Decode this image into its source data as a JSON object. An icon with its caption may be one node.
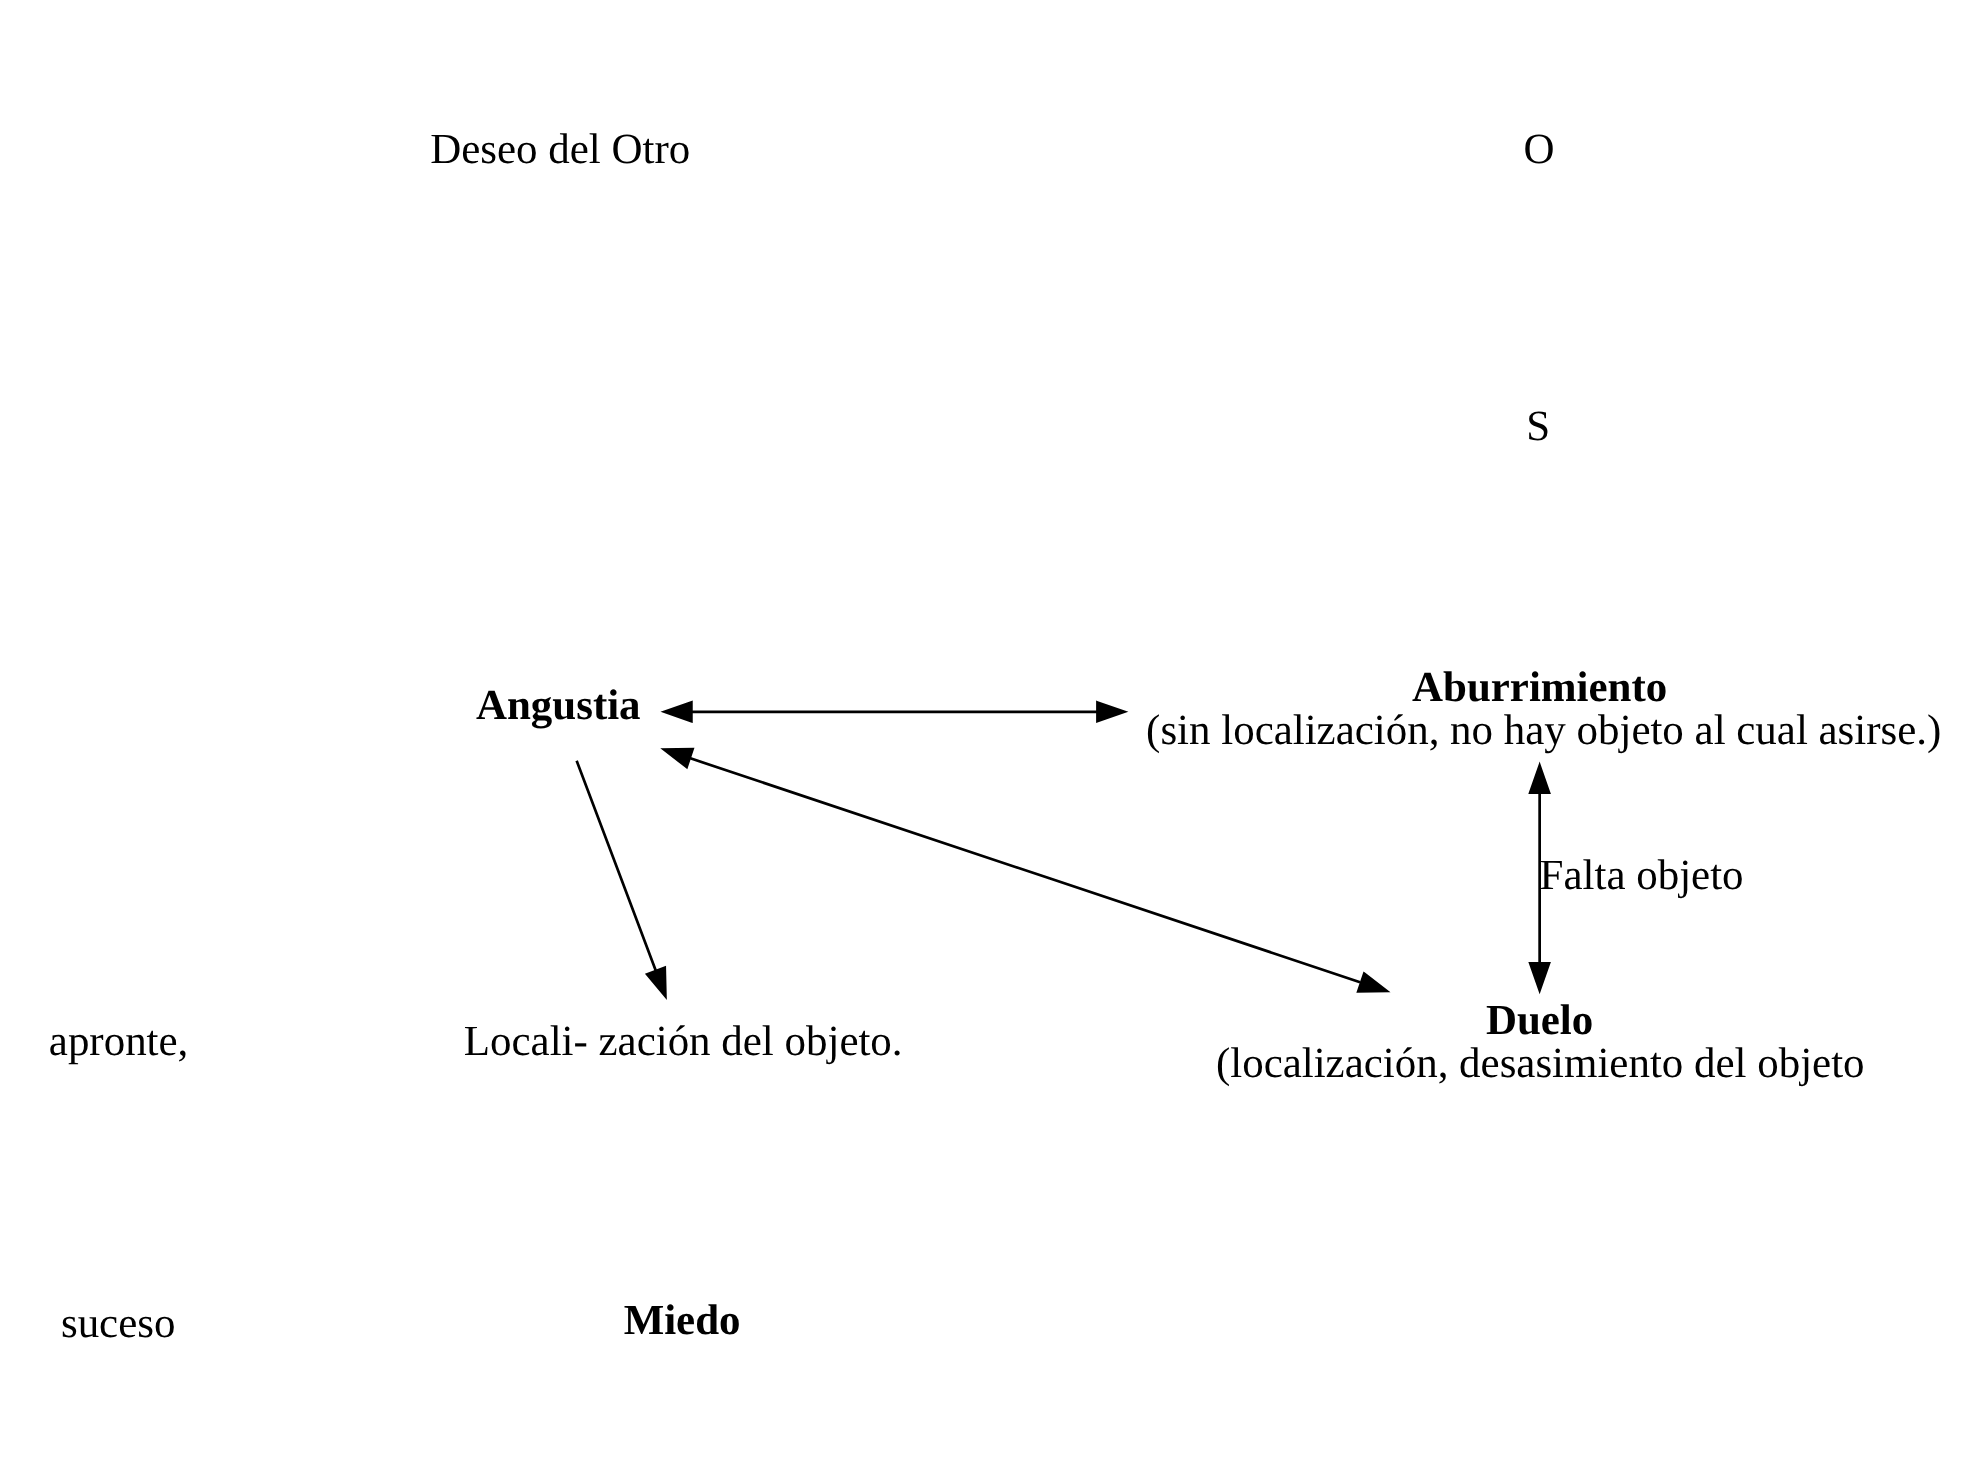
{
  "diagram": {
    "nodes": [
      {
        "text": [
          "Angustia"
        ]
      },
      {
        "text": [
          "Aburrimiento",
          "(sin localización, no hay objeto al cual asirse.)"
        ]
      },
      {
        "text": [
          "Locali- zación del objeto."
        ]
      },
      {
        "text": [
          "Duelo",
          "(localización, desasimiento del objeto"
        ]
      }
    ],
    "edges": [
      {
        "from": 0,
        "to": 1,
        "arrow": "both"
      },
      {
        "from": 0,
        "to": 2,
        "arrow": "to"
      },
      {
        "from": 0,
        "to": 3,
        "arrow": "both"
      },
      {
        "from": 1,
        "to": 3,
        "arrow": "both",
        "label": "Falta objeto"
      }
    ],
    "labels": [
      "O",
      "Deseo del Otro",
      "S",
      "apronte,",
      "suceso",
      "Miedo"
    ]
  }
}
